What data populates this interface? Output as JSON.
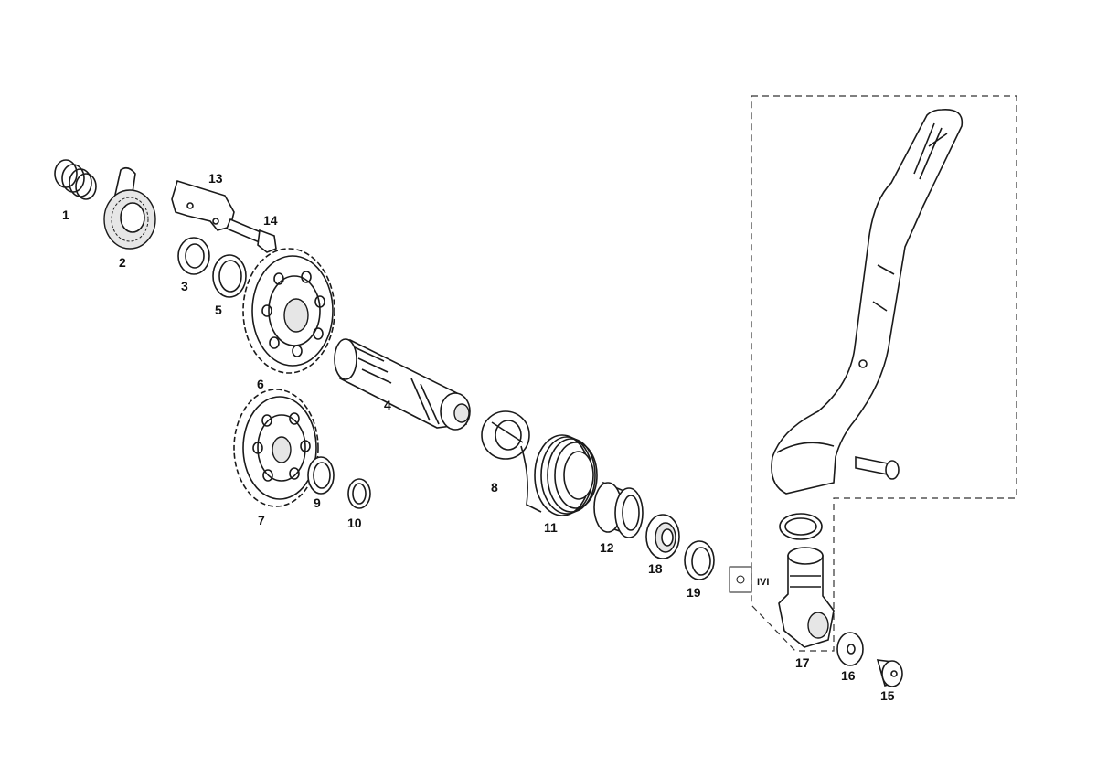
{
  "diagram": {
    "parts": [
      {
        "number": "1"
      },
      {
        "number": "2"
      },
      {
        "number": "3"
      },
      {
        "number": "4"
      },
      {
        "number": "5"
      },
      {
        "number": "6"
      },
      {
        "number": "7"
      },
      {
        "number": "8"
      },
      {
        "number": "9"
      },
      {
        "number": "10"
      },
      {
        "number": "11"
      },
      {
        "number": "12"
      },
      {
        "number": "13"
      },
      {
        "number": "14"
      },
      {
        "number": "15"
      },
      {
        "number": "16"
      },
      {
        "number": "17"
      },
      {
        "number": "18"
      },
      {
        "number": "19"
      }
    ],
    "connector_label": "IVI",
    "line_color": "#1a1a1a",
    "background": "#ffffff"
  }
}
